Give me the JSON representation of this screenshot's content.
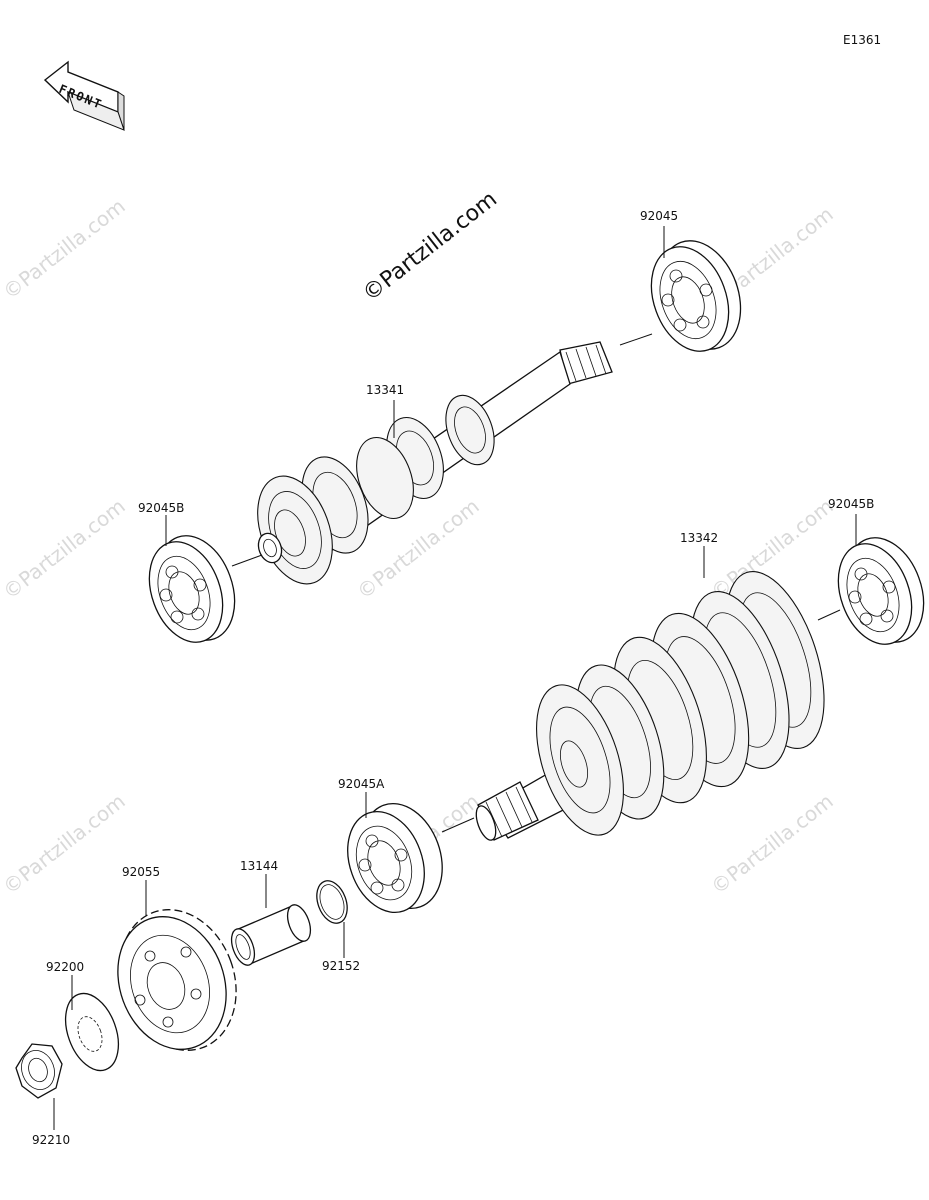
{
  "diagram_code": "E1361",
  "front_label": "FRONT",
  "watermark_main": "©Partzilla.com",
  "watermarks": [
    "©Partzilla.com",
    "©Partzilla.com",
    "©Partzilla.com",
    "©Partzilla.com",
    "©Partzilla.com",
    "©Partzilla.com",
    "©Partzilla.com",
    "©Partzilla.com"
  ],
  "parts": [
    {
      "id": "92045",
      "label": "92045"
    },
    {
      "id": "13341",
      "label": "13341"
    },
    {
      "id": "92045B_upper",
      "label": "92045B"
    },
    {
      "id": "13342",
      "label": "13342"
    },
    {
      "id": "92045B_right",
      "label": "92045B"
    },
    {
      "id": "92045A",
      "label": "92045A"
    },
    {
      "id": "13144",
      "label": "13144"
    },
    {
      "id": "92152",
      "label": "92152"
    },
    {
      "id": "92055",
      "label": "92055"
    },
    {
      "id": "92200",
      "label": "92200"
    },
    {
      "id": "92210",
      "label": "92210"
    }
  ]
}
